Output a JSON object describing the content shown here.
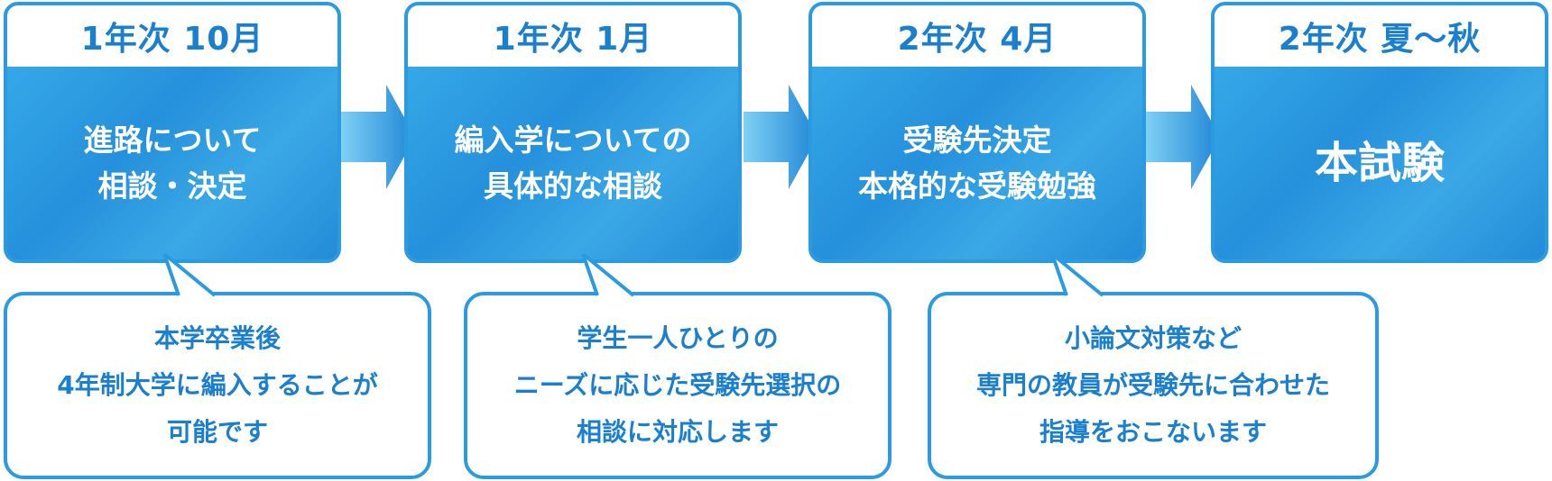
{
  "stages": [
    {
      "header": "1年次 10月",
      "lines": [
        "進路について",
        "相談・決定"
      ]
    },
    {
      "header": "1年次 1月",
      "lines": [
        "編入学についての",
        "具体的な相談"
      ]
    },
    {
      "header": "2年次 4月",
      "lines": [
        "受験先決定",
        "本格的な受験勉強"
      ]
    },
    {
      "header": "2年次 夏〜秋",
      "lines": [
        "本試験"
      ]
    }
  ],
  "notes": [
    {
      "lines": [
        "本学卒業後",
        "4年制大学に編入することが",
        "可能です"
      ]
    },
    {
      "lines": [
        "学生一人ひとりの",
        "ニーズに応じた受験先選択の",
        "相談に対応します"
      ]
    },
    {
      "lines": [
        "小論文対策など",
        "専門の教員が受験先に合わせた",
        "指導をおこないます"
      ]
    }
  ],
  "colors": {
    "primary": "#2a9be0",
    "text_blue": "#1b7fcf",
    "white": "#ffffff"
  }
}
